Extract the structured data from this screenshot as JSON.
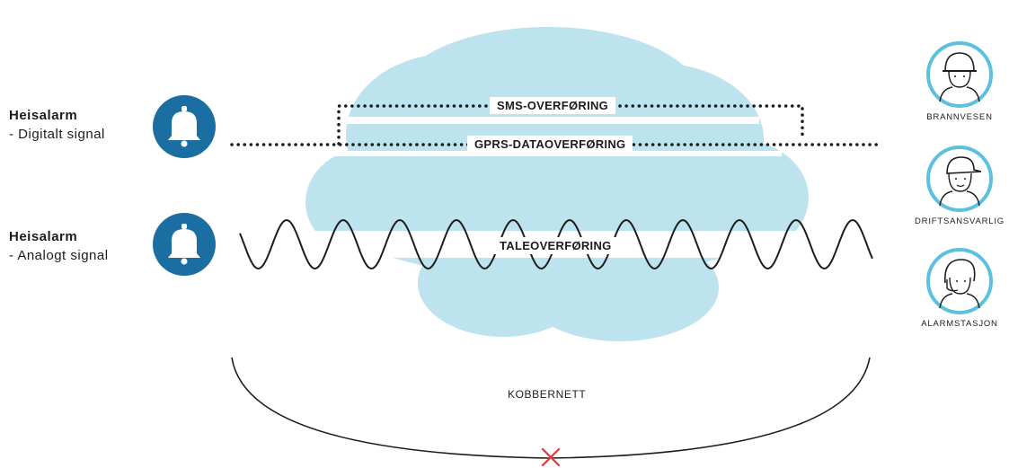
{
  "alarms": [
    {
      "title": "Heisalarm",
      "subtitle": "- Digitalt signal",
      "icon": "bell-icon"
    },
    {
      "title": "Heisalarm",
      "subtitle": "- Analogt signal",
      "icon": "bell-icon"
    }
  ],
  "channels": {
    "sms": "SMS-OVERFØRING",
    "gprs": "GPRS-DATAOVERFØRING",
    "voice": "TALEOVERFØRING",
    "copper": "KOBBERNETT"
  },
  "recipients": [
    {
      "label": "BRANNVESEN",
      "icon": "firefighter-icon"
    },
    {
      "label": "DRIFTSANSVARLIG",
      "icon": "maintenance-worker-icon"
    },
    {
      "label": "ALARMSTASJON",
      "icon": "headset-operator-icon"
    }
  ],
  "colors": {
    "cloud": "#bde3ee",
    "bell_badge": "#1b6ea1",
    "recipient_ring": "#5cc1de",
    "fail_cross": "#e8343b",
    "line": "#1d1d1b"
  },
  "copper_status_icon": "red-cross-icon"
}
